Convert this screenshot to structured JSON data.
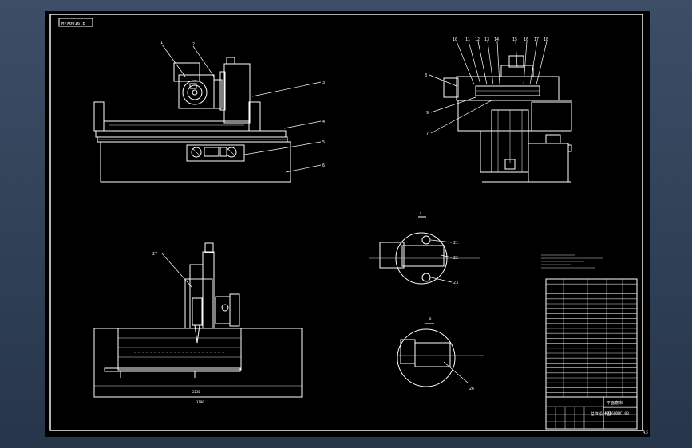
{
  "drawing": {
    "code_box": "M7X0016.B",
    "title_block": {
      "title_cells": [
        "平面磨床",
        "总体设计图"
      ],
      "drawing_code": "M7160DHC.00"
    },
    "callouts": {
      "front": [
        "1",
        "2",
        "3",
        "4",
        "5",
        "6"
      ],
      "side_top": [
        "10",
        "11",
        "12",
        "13",
        "14",
        "15",
        "16",
        "17",
        "18"
      ],
      "side_left": [
        "8",
        "9",
        "7"
      ],
      "bottom_left": [
        "27"
      ],
      "section_a": [
        "21",
        "22",
        "23"
      ],
      "section_b": [
        "26"
      ]
    },
    "dims": {
      "bottom_inner": "2250",
      "bottom_outer": "3190"
    },
    "section_marks": [
      "A",
      "B"
    ],
    "corner_label": "A3"
  }
}
